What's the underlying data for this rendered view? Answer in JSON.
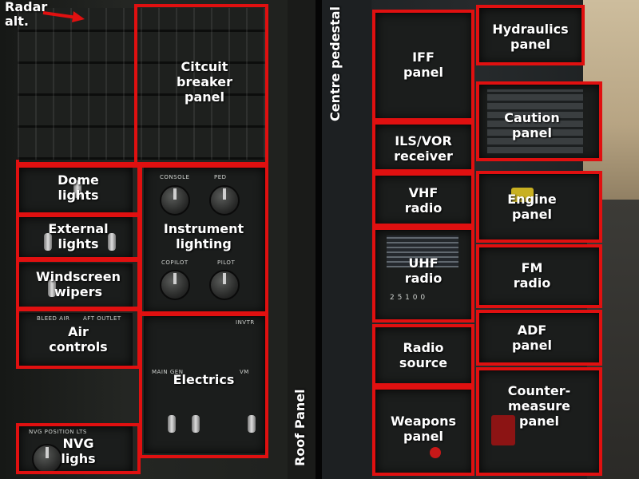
{
  "colors": {
    "highlight": "#e01010",
    "label": "#ffffff"
  },
  "radar": {
    "label_line1": "Radar",
    "label_line2": "alt."
  },
  "side_labels": {
    "roof": "Roof Panel",
    "pedestal": "Centre pedestal"
  },
  "roof_panel": {
    "circuit_breaker": [
      "Citcuit",
      "breaker",
      "panel"
    ],
    "dome_lights": [
      "Dome",
      "lights"
    ],
    "external_lights": [
      "External",
      "lights"
    ],
    "windscreen_wipers": [
      "Windscreen",
      "wipers"
    ],
    "air_controls": [
      "Air",
      "controls"
    ],
    "instrument_lighting": [
      "Instrument",
      "lighting"
    ],
    "electrics": [
      "Electrics"
    ],
    "nvg": [
      "NVG",
      "lighs"
    ]
  },
  "pedestal": {
    "iff": [
      "IFF",
      "panel"
    ],
    "ils_vor": [
      "ILS/VOR",
      "receiver"
    ],
    "vhf": [
      "VHF",
      "radio"
    ],
    "uhf": [
      "UHF",
      "radio"
    ],
    "radio_source": [
      "Radio",
      "source"
    ],
    "weapons": [
      "Weapons",
      "panel"
    ],
    "hydraulics": [
      "Hydraulics",
      "panel"
    ],
    "caution": [
      "Caution",
      "panel"
    ],
    "engine": [
      "Engine",
      "panel"
    ],
    "fm": [
      "FM",
      "radio"
    ],
    "adf": [
      "ADF",
      "panel"
    ],
    "countermeasure": [
      "Counter-",
      "measure",
      "panel"
    ]
  },
  "silkscreen": {
    "console": "CONSOLE",
    "ped": "PED",
    "copilot": "COPILOT",
    "pilot": "PILOT",
    "main_gen": "MAIN GEN",
    "vm": "VM",
    "invtr": "INVTR",
    "nvg_position": "NVG POSITION LTS",
    "bleed_air": "BLEED AIR",
    "aft_outlet": "AFT OUTLET",
    "uhf_freq": "2 5 1 0 0"
  }
}
